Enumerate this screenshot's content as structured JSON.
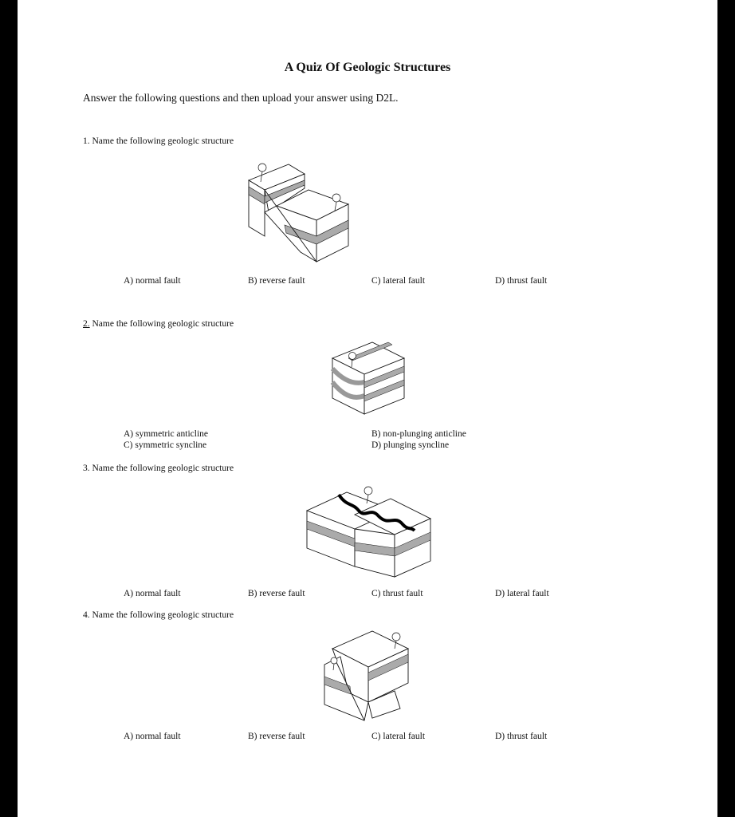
{
  "title": "A Quiz Of Geologic Structures",
  "intro": "Answer the following questions and then upload your answer using D2L.",
  "questions": [
    {
      "number": "1.",
      "prompt": "Name the following geologic structure",
      "options": [
        "A) normal fault",
        "B) reverse fault",
        "C) lateral fault",
        "D) thrust fault"
      ],
      "figure_icon": "block-diagram-fault-icon"
    },
    {
      "number": "2.",
      "prompt": "Name the following geologic structure",
      "options": [
        "A)  symmetric anticline",
        "C) symmetric syncline",
        "B) non-plunging anticline",
        "D) plunging syncline"
      ],
      "figure_icon": "block-diagram-fold-icon"
    },
    {
      "number": "3.",
      "prompt": "Name the following geologic structure",
      "options": [
        "A) normal fault",
        "B) reverse fault",
        "C) thrust fault",
        "D) lateral fault"
      ],
      "figure_icon": "block-diagram-strike-slip-icon"
    },
    {
      "number": "4.",
      "prompt": "Name the following geologic structure",
      "options": [
        "A) normal fault",
        "B) reverse fault",
        "C) lateral fault",
        "D) thrust fault"
      ],
      "figure_icon": "block-diagram-reverse-fault-icon"
    }
  ]
}
